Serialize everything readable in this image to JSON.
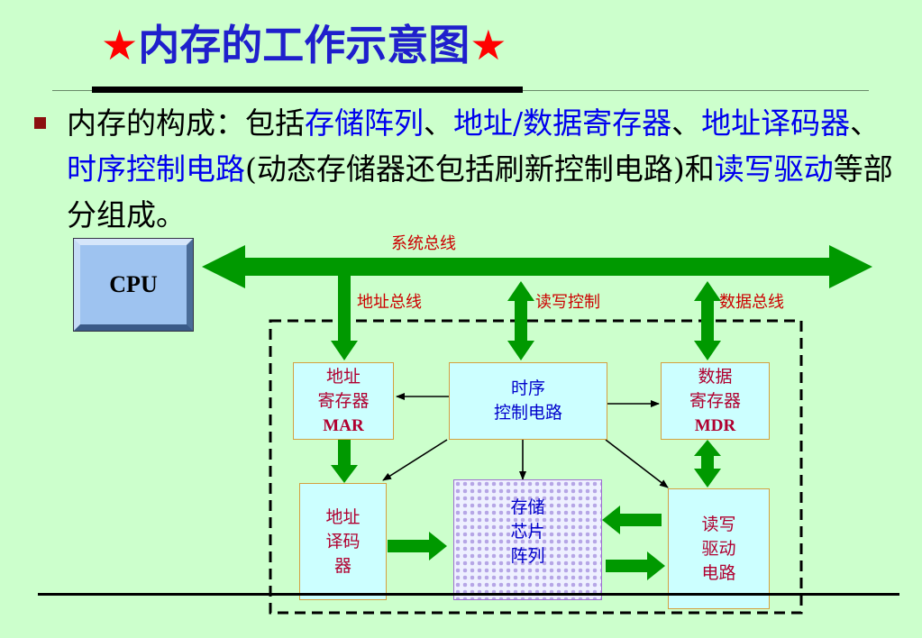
{
  "title": {
    "star_left": "★",
    "text": "内存的工作示意图",
    "star_right": "★"
  },
  "paragraph": {
    "p1": "内存的构成：包括",
    "h1": "存储阵列",
    "p2": "、",
    "h2": "地址/数据寄存器",
    "p3": "、",
    "h3": "地址译码器",
    "p4": "、",
    "h4": "时序控制电路",
    "p5": "(动态存储器还包括刷新控制电路)和",
    "h5": "读写驱动",
    "p6": "等部分组成。"
  },
  "diagram": {
    "cpu": "CPU",
    "bus_labels": {
      "system": "系统总线",
      "address": "地址总线",
      "rw_control": "读写控制",
      "data": "数据总线"
    },
    "mar": {
      "line1": "地址",
      "line2": "寄存器",
      "line3": "MAR"
    },
    "timing": {
      "line1": "时序",
      "line2": "控制电路"
    },
    "mdr": {
      "line1": "数据",
      "line2": "寄存器",
      "line3": "MDR"
    },
    "decoder": {
      "line1": "地址",
      "line2": "译码",
      "line3": "器"
    },
    "array": {
      "line1": "存储",
      "line2": "芯片",
      "line3": "阵列"
    },
    "rw_driver": {
      "line1": "读写",
      "line2": "驱动",
      "line3": "电路"
    }
  },
  "colors": {
    "background": "#ccffcc",
    "title": "#1f1fcc",
    "star": "#ff0000",
    "highlight": "#0000ee",
    "bus_label": "#cc0000",
    "arrow_green": "#009900",
    "box_fill": "#ccffff"
  }
}
